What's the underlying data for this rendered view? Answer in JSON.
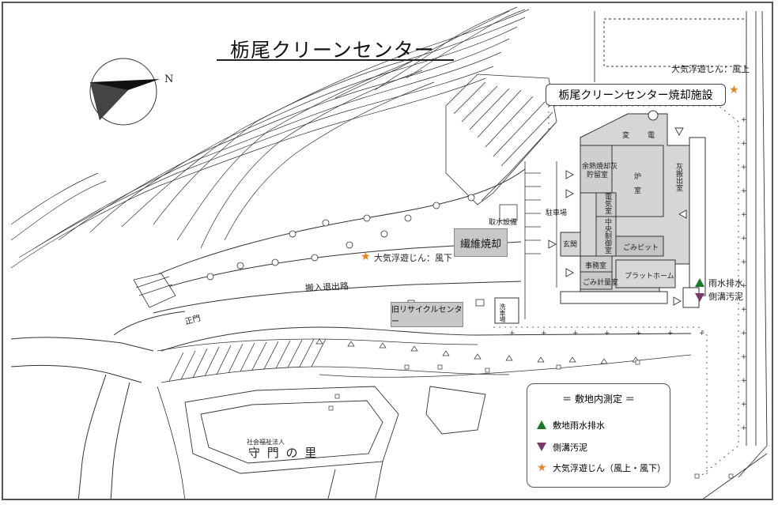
{
  "title": "栃尾クリーンセンター",
  "compass": {
    "label": "N"
  },
  "facility_label": "栃尾クリーンセンター焼却施設",
  "dust_upwind_label": "大気浮遊じん：風上",
  "dust_downwind_label": "大気浮遊じん：風下",
  "fiber_burn_label": "繊維焼却",
  "old_recycle_label": "旧リサイクルセンター",
  "road_label": "搬入退出路",
  "gate_label": "正門",
  "parking_label": "駐車場",
  "water_intake_label": "取水設備",
  "rainwater_label": "雨水排水",
  "ditch_label": "側溝汚泥",
  "neighbor_small": "社会福祉法人",
  "neighbor_large": "守 門 の 里",
  "building_labels": {
    "b1": "変",
    "b2": "電",
    "b3": "炉",
    "b4": "室",
    "b5": "余熱焼却灰",
    "b6": "貯留室",
    "b7": "灰搬出室",
    "b8": "電気室",
    "b9": "中央制御室",
    "b10": "ごみピット",
    "b11": "事務室",
    "b12": "プラットホーム",
    "b13": "玄関",
    "b14": "ごみ計量室",
    "b15": "洗車場"
  },
  "legend": {
    "title": "＝ 敷地内測定 ＝",
    "items": [
      {
        "label": "敷地雨水排水",
        "symbol": "green-triangle-up"
      },
      {
        "label": "側溝汚泥",
        "symbol": "purple-triangle-down"
      },
      {
        "label": "大気浮遊じん（風上・風下）",
        "symbol": "orange-star"
      }
    ]
  },
  "markers": {
    "upwind_star": "★",
    "downwind_star": "★",
    "legend_star": "★"
  },
  "colors": {
    "rain": "#1a7a2c",
    "ditch": "#7a3a6a",
    "dust": "#e8821e",
    "gray_building": "#c8c8c8"
  }
}
